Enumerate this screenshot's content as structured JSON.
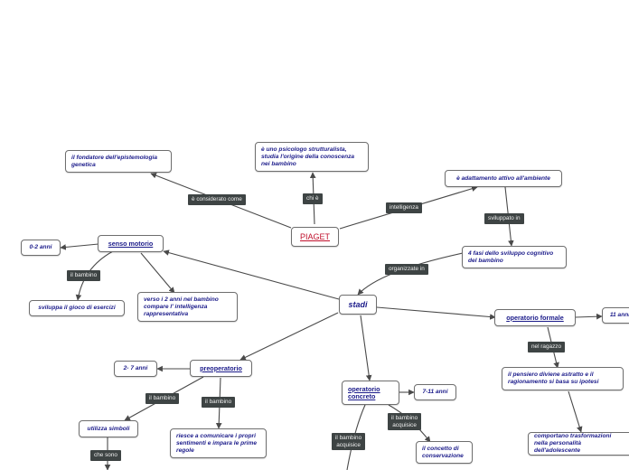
{
  "root": "PIAGET",
  "nodes": {
    "fondatore": "il fondatore dell'epistemologia genetica",
    "psicologo": "è uno psicologo strutturalista, studia l'origine della conoscenza nei bambino",
    "adattamento": "è adattamento attivo all'ambiente",
    "fasi": "4 fasi dello sviluppo cognitivo del bambino",
    "stadi": "stadi",
    "senso_motorio": "senso motorio",
    "eta_0_2": "0-2 anni",
    "gioco_esercizi": "sviluppa il gioco di esercizi",
    "verso_2_anni": "verso i 2 anni nel bambino compare l' intelligenza rappresentativa",
    "preoperatorio": "preoperatorio",
    "eta_2_7": "2- 7 anni",
    "simboli": "utilizza simboli",
    "sentimenti": "riesce a comunicare i propri sentimenti e impara le prime regole",
    "concreto": "operatorio concreto",
    "eta_7_11": "7-11 anni",
    "conservazione": "il concetto di conservazione",
    "formale": "operatorio formale",
    "eta_11": "11 anni",
    "pensiero": "il pensiero diviene astratto e il ragionamento si basa su ipotesi",
    "trasformazioni": "comportano trasformazioni nella personalità dell'adolescente"
  },
  "links": {
    "considerato": "è considerato come",
    "chi_e": "chi è",
    "intelligenza": "intelligenza",
    "sviluppo_in": "sviluppato in",
    "organizzate": "organizzate in",
    "bambino_sm": "il bambino",
    "bambino_pre1": "il bambino",
    "bambino_pre2": "il bambino",
    "che_sono": "che sono",
    "acquisisce1": "il bambino\nacquisice",
    "acquisisce2": "il bambino\nacquisice",
    "ragazzo": "nel ragazzo"
  },
  "colors": {
    "root_text": "#c0102c",
    "node_text": "#1b1b8a",
    "link_bg": "#3e4444",
    "edge": "#4a4a4a"
  }
}
